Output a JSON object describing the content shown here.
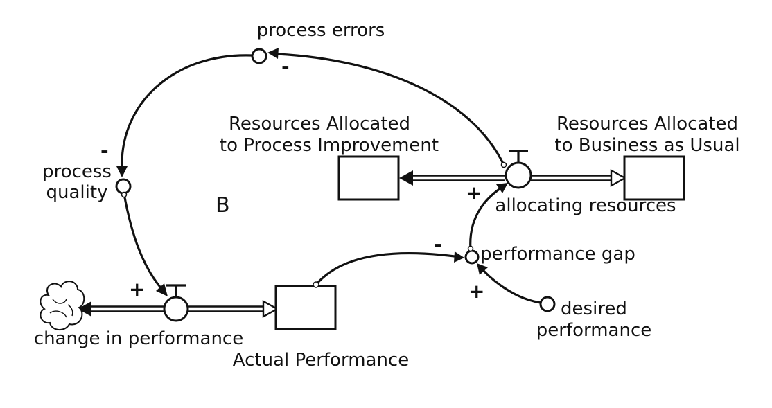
{
  "diagram": {
    "loop_label": "B",
    "stocks": {
      "process_improvement": {
        "label_line1": "Resources Allocated",
        "label_line2": "to Process Improvement"
      },
      "business_as_usual": {
        "label_line1": "Resources Allocated",
        "label_line2": "to Business as Usual"
      },
      "actual_performance": {
        "label": "Actual Performance"
      }
    },
    "flows": {
      "allocating_resources": {
        "label": "allocating resources"
      },
      "change_in_performance": {
        "label": "change in performance"
      }
    },
    "variables": {
      "process_errors": {
        "label": "process errors"
      },
      "process_quality": {
        "label_line1": "process",
        "label_line2": "quality"
      },
      "performance_gap": {
        "label": "performance gap"
      },
      "desired_performance": {
        "label_line1": "desired",
        "label_line2": "performance"
      }
    },
    "polarities": {
      "allocating_to_errors": "-",
      "errors_to_quality": "-",
      "quality_to_change": "+",
      "actual_to_gap": "-",
      "gap_to_allocating": "+",
      "desired_to_gap": "+"
    }
  }
}
